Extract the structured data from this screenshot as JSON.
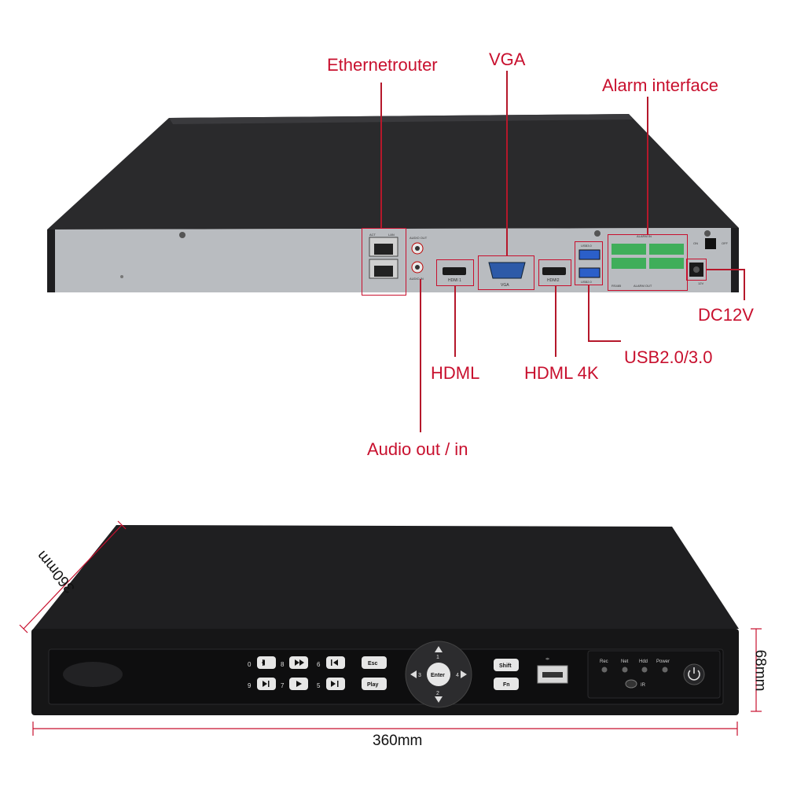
{
  "rear_view": {
    "labels": {
      "ethernet": "Ethernetrouter",
      "vga": "VGA",
      "alarm": "Alarm interface",
      "hdmi1": "HDML",
      "hdmi2": "HDML 4K",
      "audio": "Audio out / in",
      "usb": "USB2.0/3.0",
      "dc": "DC12V"
    },
    "panel_text": {
      "hdmi1": "HDMI 1",
      "hdmi2": "HDMI2",
      "vga": "VGA",
      "usb3": "USB3.0",
      "usb2": "USB2.0",
      "alarm_in": "ALARM IN",
      "alarm_out": "ALARM OUT",
      "rs485": "RS485",
      "audio_in": "AUDIO IN",
      "audio_out": "AUDIO OUT",
      "on": "ON",
      "off": "OFF",
      "twelve_v": "12V",
      "act": "ACT",
      "lan": "LAN"
    }
  },
  "front_view": {
    "dimensions": {
      "depth": "360mm",
      "height": "68mm",
      "width": "360mm"
    },
    "buttons": {
      "b0": "0",
      "b8": "8",
      "b6": "6",
      "b9": "9",
      "b7": "7",
      "b5": "5",
      "esc": "Esc",
      "play": "Play",
      "enter": "Enter",
      "n1": "1",
      "n2": "2",
      "n3": "3",
      "n4": "4",
      "shift": "Shift",
      "fn": "Fn"
    },
    "indicators": {
      "rec": "Rec",
      "net": "Net",
      "hdd": "Hdd",
      "power": "Power",
      "ir": "IR"
    }
  }
}
